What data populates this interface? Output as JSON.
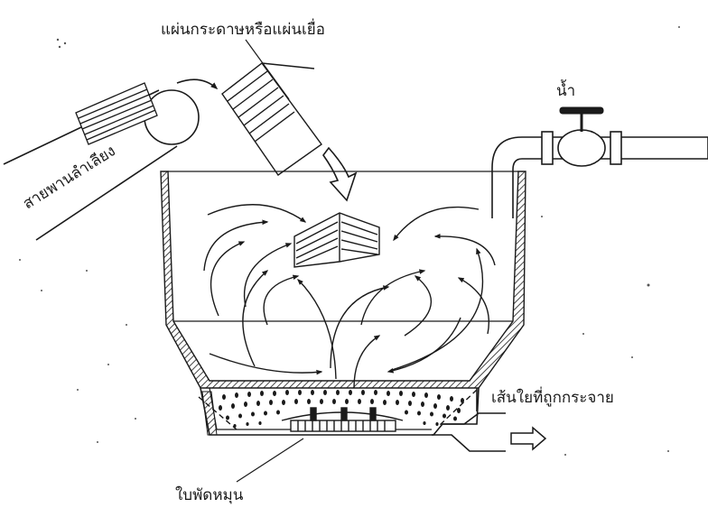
{
  "labels": {
    "paper_sheets": "แผ่นกระดาษหรือแผ่นเยื่อ",
    "water": "น้ำ",
    "conveyor": "สายพานลำเลียง",
    "dispersed_fibers": "เส้นใยที่ถูกกระจาย",
    "rotating_impeller": "ใบพัดหมุน"
  },
  "colors": {
    "ink": "#1a1a1a",
    "paper": "#ffffff"
  }
}
